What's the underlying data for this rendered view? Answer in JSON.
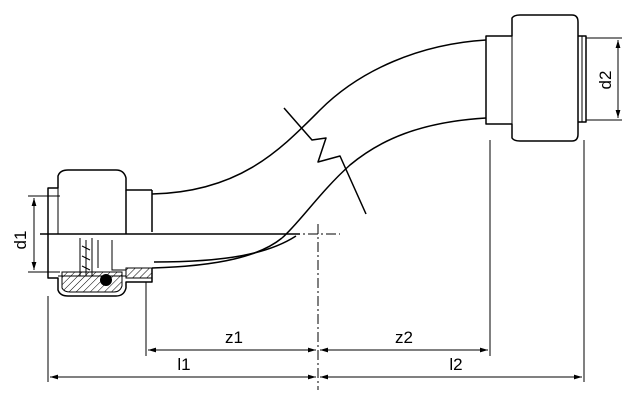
{
  "dimensions": {
    "d1": "d1",
    "d2": "d2",
    "z1": "z1",
    "z2": "z2",
    "l1": "l1",
    "l2": "l2"
  }
}
